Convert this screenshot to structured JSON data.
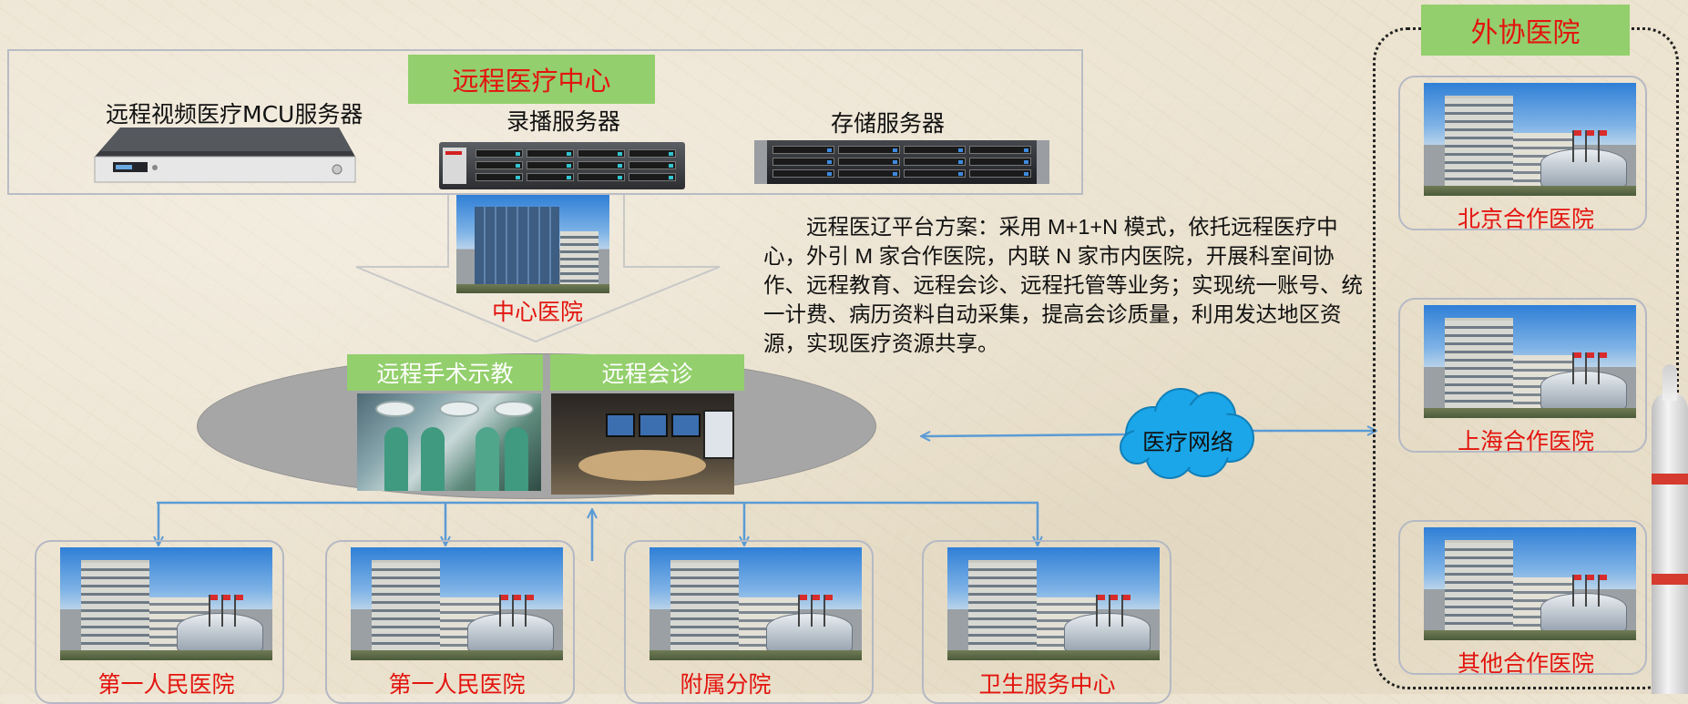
{
  "center": {
    "title": "远程医疗中心",
    "servers": {
      "mcu": "远程视频医疗MCU服务器",
      "recording": "录播服务器",
      "storage": "存储服务器"
    },
    "hospital_label": "中心医院"
  },
  "services": {
    "surgery_teaching": "远程手术示教",
    "consultation": "远程会诊"
  },
  "description": "远程医辽平台方案：采用 M+1+N 模式，依托远程医疗中心，外引 M 家合作医院，内联 N 家市内医院，开展科室间协作、远程教育、远程会诊、远程托管等业务；实现统一账号、统一计费、病历资料自动采集，提高会诊质量，利用发达地区资源，实现医疗资源共享。",
  "network": {
    "label": "医疗网络"
  },
  "local_hospitals": [
    {
      "name": "第一人民医院"
    },
    {
      "name": "第一人民医院"
    },
    {
      "name": "附属分院"
    },
    {
      "name": "卫生服务中心"
    }
  ],
  "external": {
    "title": "外协医院",
    "hospitals": [
      {
        "name": "北京合作医院"
      },
      {
        "name": "上海合作医院"
      },
      {
        "name": "其他合作医院"
      }
    ]
  },
  "colors": {
    "accent_red": "#e3140f",
    "banner_green": "#93cf6c",
    "arrow_blue": "#5b9bd5",
    "cloud_blue": "#1aa6e8"
  }
}
